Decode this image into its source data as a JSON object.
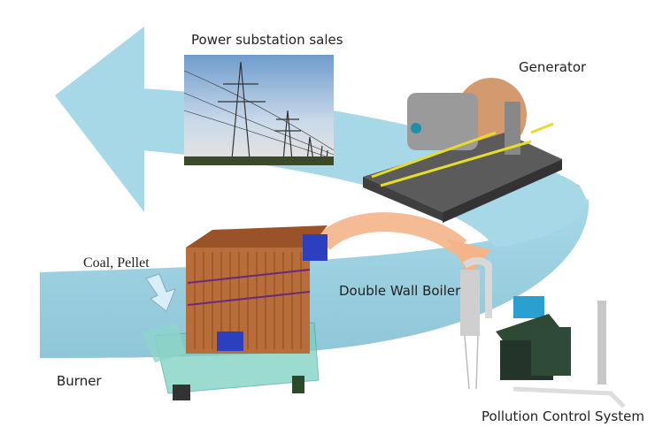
{
  "labels": {
    "power": "Power substation sales",
    "generator": "Generator",
    "fuel": "Coal, Pellet",
    "boiler": "Double Wall Boiler",
    "burner": "Burner",
    "pollution": "Pollution Control System"
  },
  "colors": {
    "cycle_arrow": "#9dd3e4",
    "flow_arrow": "#f4b48a",
    "feed_arrow": "#d8eef8"
  }
}
